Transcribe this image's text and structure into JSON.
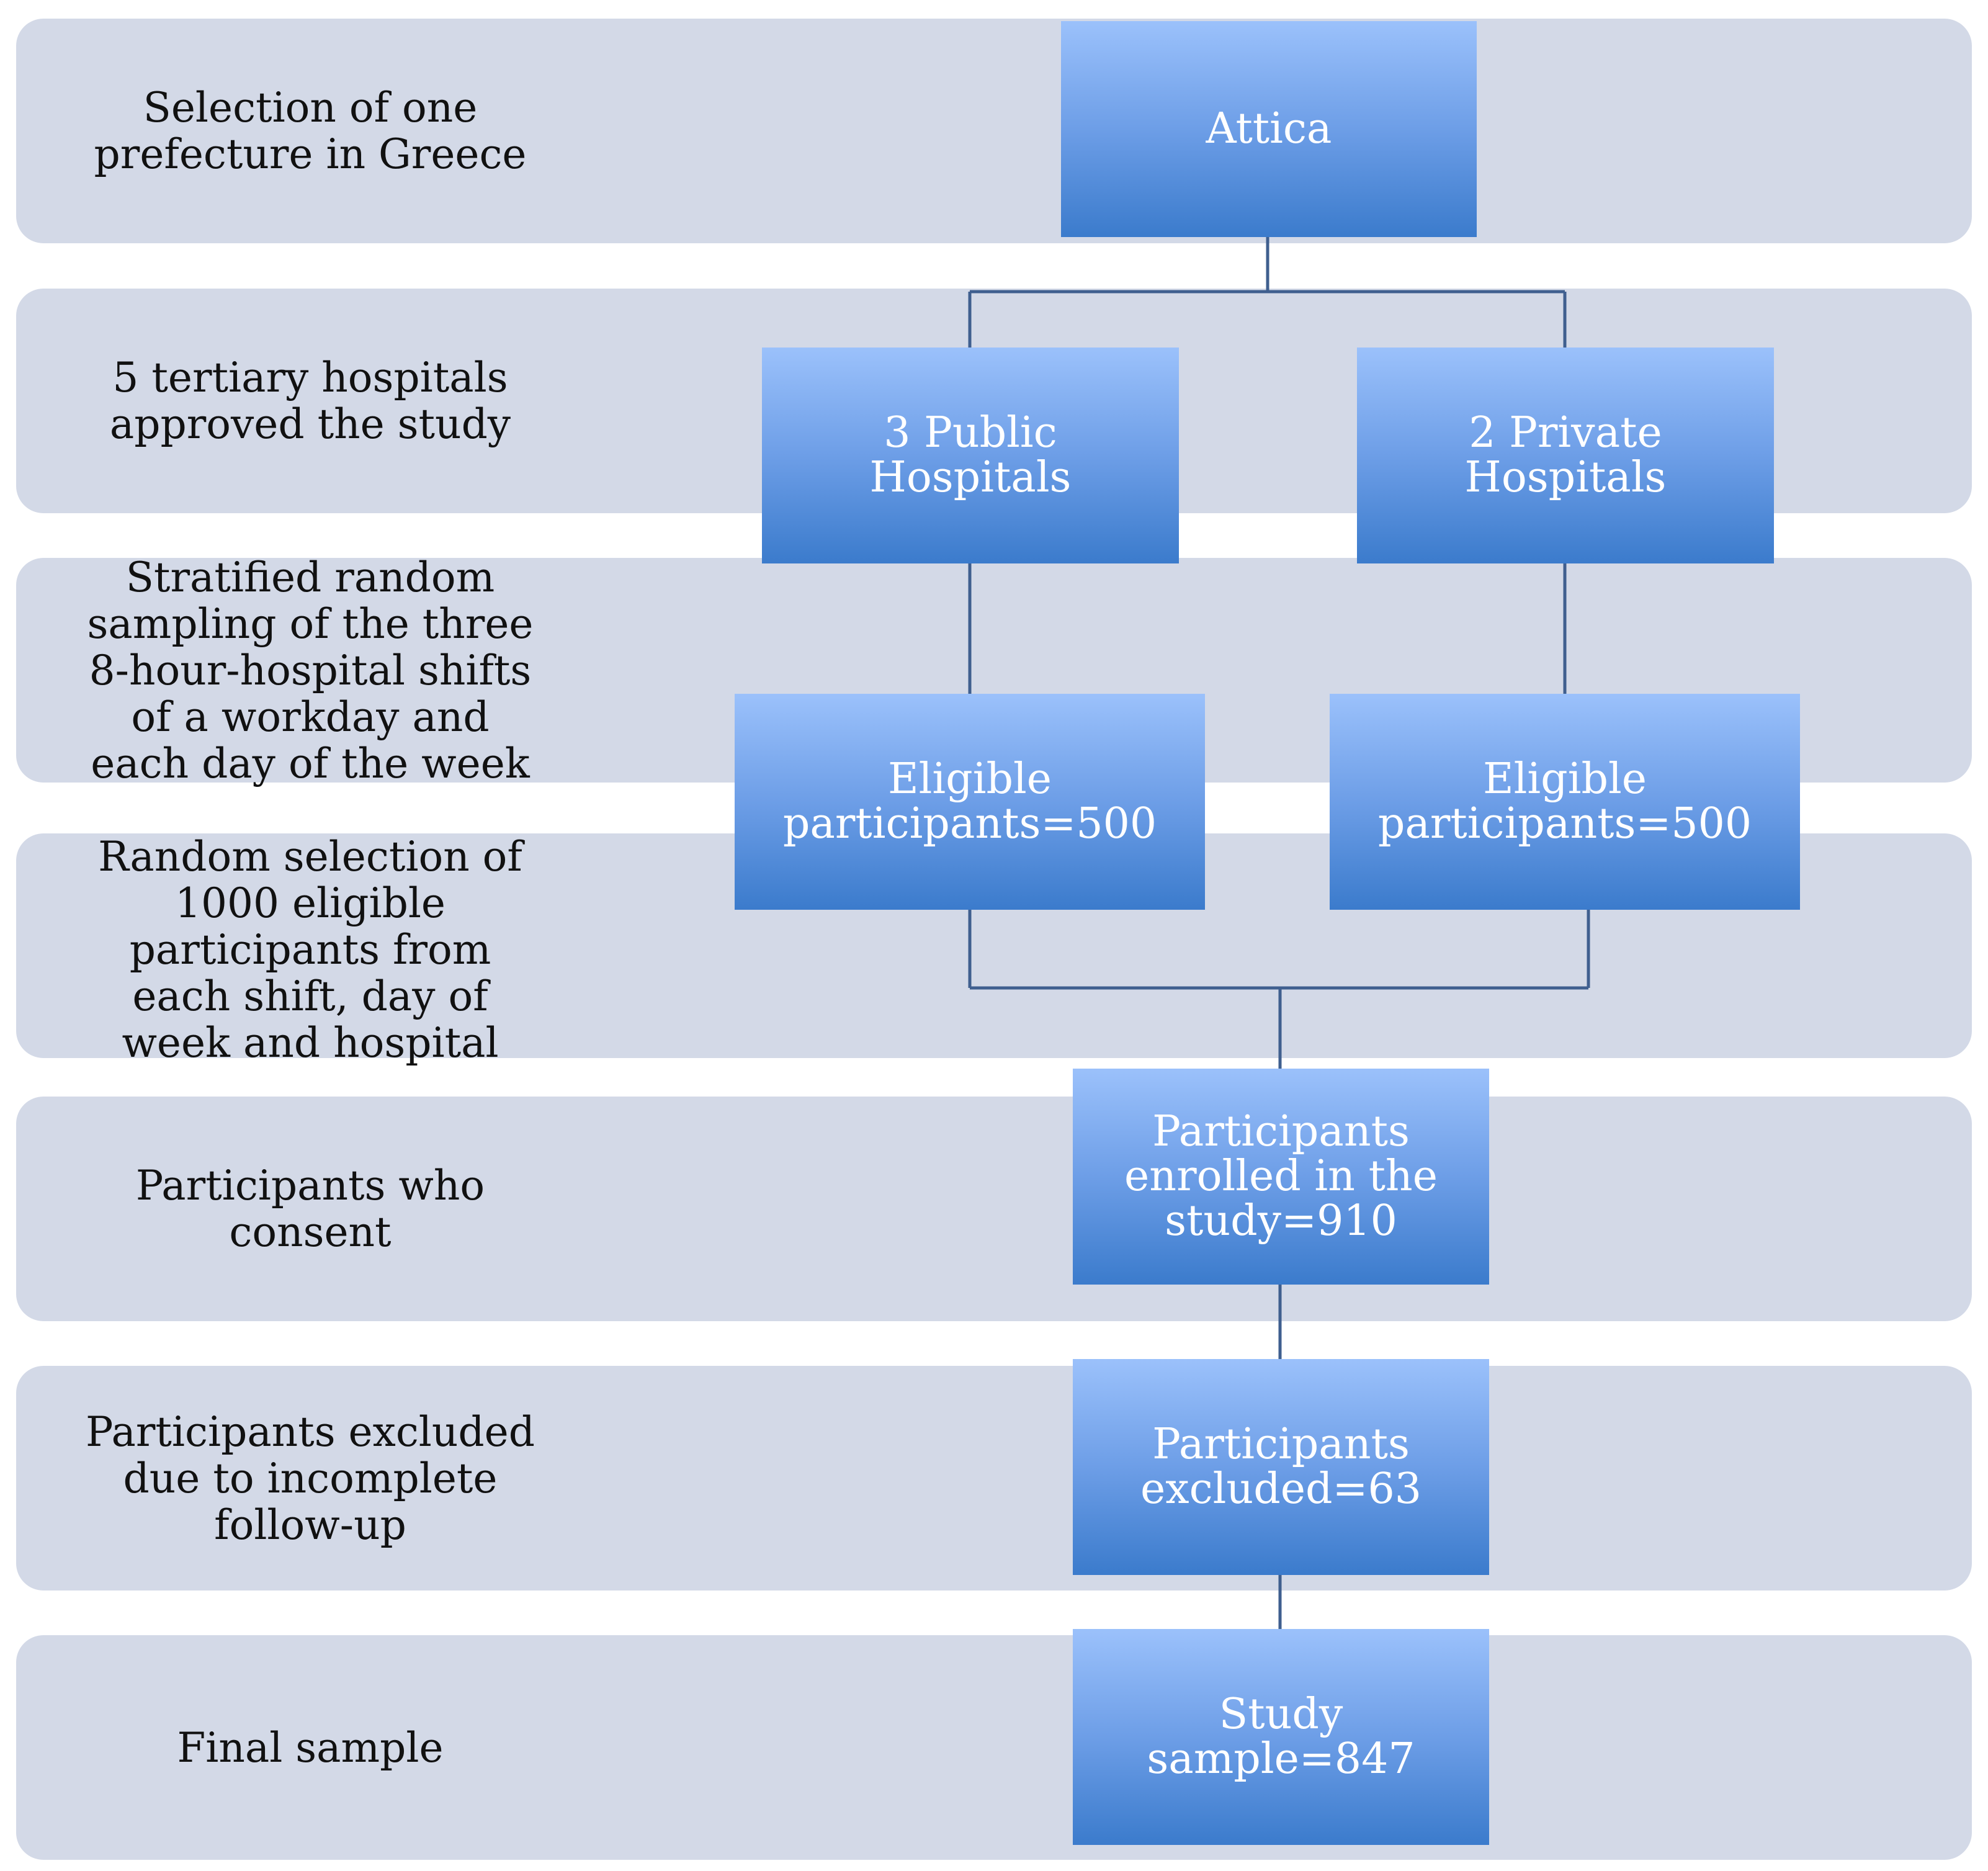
{
  "stages": [
    {
      "label": "Selection of one\nprefecture in Greece"
    },
    {
      "label": "5 tertiary hospitals\napproved the study"
    },
    {
      "label": "Stratified random\nsampling of the three\n8-hour-hospital shifts\nof a workday and\neach day of the week"
    },
    {
      "label": "Random selection of\n1000 eligible\nparticipants from\neach shift, day of\nweek and hospital"
    },
    {
      "label": "Participants who\nconsent"
    },
    {
      "label": "Participants excluded\ndue to incomplete\nfollow-up"
    },
    {
      "label": "Final sample"
    }
  ],
  "nodes": {
    "attica": "Attica",
    "public_hospitals": "3 Public\nHospitals",
    "private_hospitals": "2 Private\nHospitals",
    "eligible_public": "Eligible\nparticipants=500",
    "eligible_private": "Eligible\nparticipants=500",
    "enrolled": "Participants\nenrolled in the\nstudy=910",
    "excluded": "Participants\nexcluded=63",
    "study_sample": "Study\nsample=847"
  },
  "colors": {
    "band": "#d3d9e7",
    "box_top": "#9bc1fb",
    "box_bottom": "#3b7bcc",
    "connector": "#3f5f8f"
  }
}
